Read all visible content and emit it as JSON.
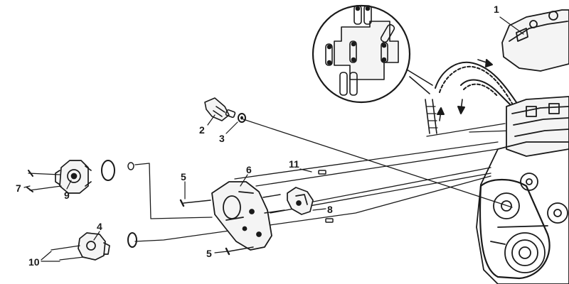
{
  "colors": {
    "ink": "#1a1a1a",
    "paper": "#ffffff"
  },
  "labels": {
    "l1": "1",
    "l2": "2",
    "l3": "3",
    "l4": "4",
    "l5a": "5",
    "l5b": "5",
    "l6": "6",
    "l7": "7",
    "l8": "8",
    "l9": "9",
    "l10": "10",
    "l11": "11"
  },
  "icons": {
    "detail": "chain-detail-icon",
    "engine": "engine-block-icon",
    "chain": "timing-chain-icon",
    "sensor": "sensor-icon"
  }
}
